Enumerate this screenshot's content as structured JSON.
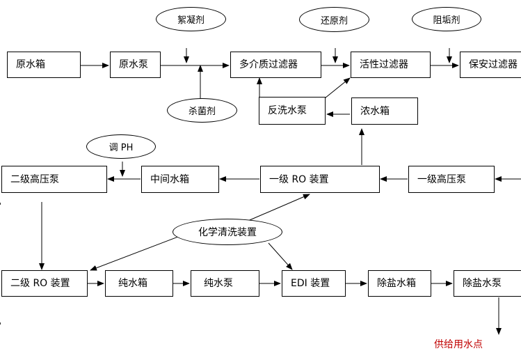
{
  "boxes": {
    "raw_water_tank": "原水箱",
    "raw_water_pump": "原水泵",
    "multimedia_filter": "多介质过滤器",
    "activated_carbon_filter": "活性过滤器",
    "security_filter": "保安过滤器",
    "backwash_pump": "反洗水泵",
    "concentrate_tank": "浓水箱",
    "stage2_hp_pump": "二级高压泵",
    "intermediate_tank": "中间水箱",
    "stage1_ro": "一级 RO 装置",
    "stage1_hp_pump": "一级高压泵",
    "stage2_ro": "二级 RO 装置",
    "pure_water_tank": "纯水箱",
    "pure_water_pump": "纯水泵",
    "edi": "EDI 装置",
    "desalted_tank": "除盐水箱",
    "desalted_pump": "除盐水泵"
  },
  "ovals": {
    "flocculant": "絮凝剂",
    "reducing_agent": "还原剂",
    "scale_inhibitor": "阻垢剂",
    "bactericide": "杀菌剂",
    "adjust_ph": "调 PH",
    "chemical_cleaning": "化学清洗装置"
  },
  "final_label": "供给用水点",
  "colors": {
    "line": "#000000",
    "final_text": "#c00000"
  }
}
